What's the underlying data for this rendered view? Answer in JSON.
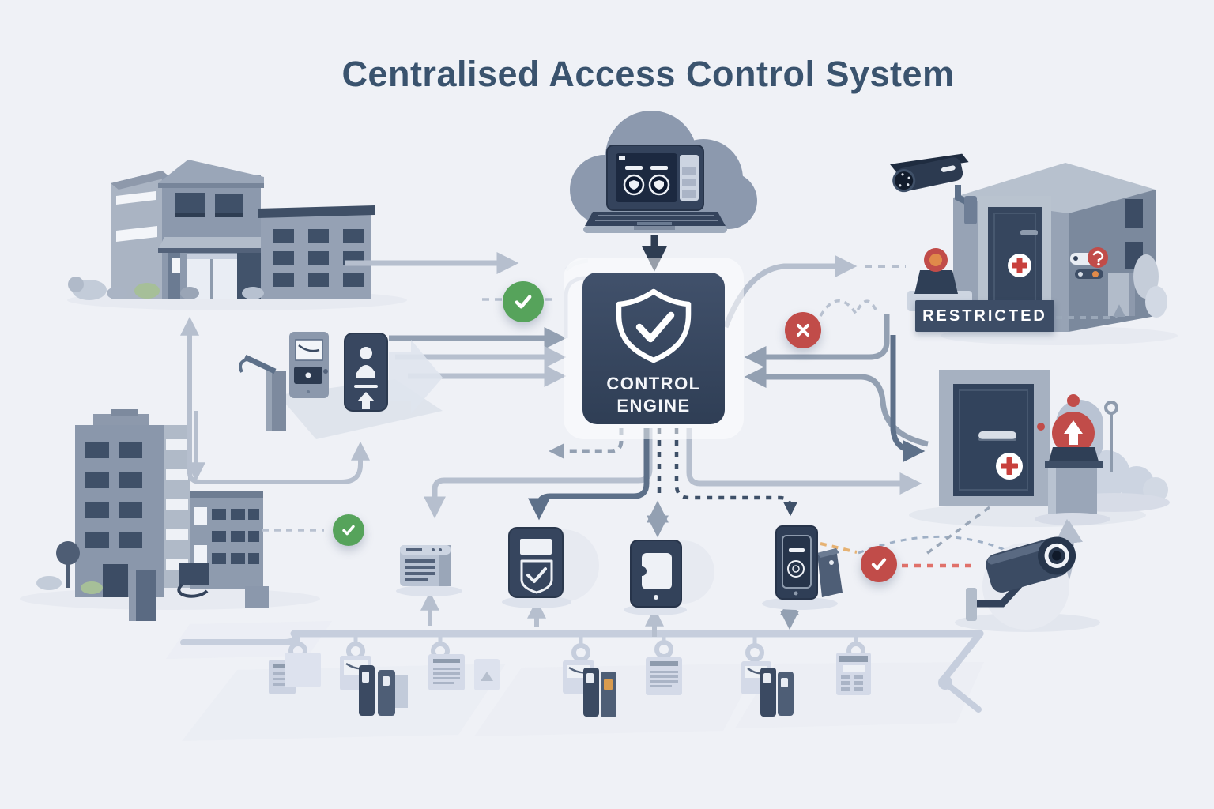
{
  "header": {
    "title": "Centralised Access Control System"
  },
  "engine": {
    "label_line1": "CONTROL",
    "label_line2": "ENGINE",
    "icon": "shield-check-icon"
  },
  "signs": {
    "restricted_label": "RESTRICTED"
  },
  "status_markers": [
    {
      "id": "access-granted-left",
      "icon": "check-icon",
      "color": "#56a35b"
    },
    {
      "id": "access-denied-right",
      "icon": "x-icon",
      "color": "#c14c49"
    },
    {
      "id": "access-granted-building",
      "icon": "check-icon",
      "color": "#56a35b"
    },
    {
      "id": "alert-confirmed-camera",
      "icon": "check-icon",
      "color": "#c14c49"
    }
  ],
  "icons": [
    "cloud-icon",
    "laptop-dashboard-icon",
    "shield-check-icon",
    "check-icon",
    "x-icon",
    "cctv-camera-icon",
    "alarm-beacon-icon",
    "first-aid-cross-icon",
    "question-badge-icon",
    "person-badge-icon",
    "card-reader-icon",
    "event-log-icon",
    "id-badge-shield-icon",
    "access-card-phone-icon",
    "fingerprint-phone-icon",
    "turnstile-icon",
    "document-icon"
  ],
  "colors": {
    "background": "#eff1f6",
    "title": "#3a536e",
    "engine": "#36455f",
    "accent_green": "#56a35b",
    "accent_red": "#c14c49",
    "restricted_bar": "#3d4d66",
    "connector_light": "#b6bfce",
    "connector_mid": "#93a0b2",
    "connector_dark": "#5d7089",
    "connector_navy": "#3e5068",
    "warning_orange": "#e6b273"
  }
}
